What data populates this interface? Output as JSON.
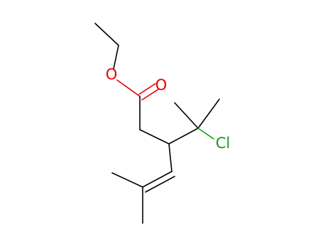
{
  "structure": {
    "atom_labels": {
      "ether_oxygen": "O",
      "carbonyl_oxygen": "O",
      "chlorine": "Cl"
    },
    "colors": {
      "bond": "#000000",
      "oxygen": "#e60000",
      "chlorine": "#159b15",
      "background": "#ffffff"
    }
  }
}
